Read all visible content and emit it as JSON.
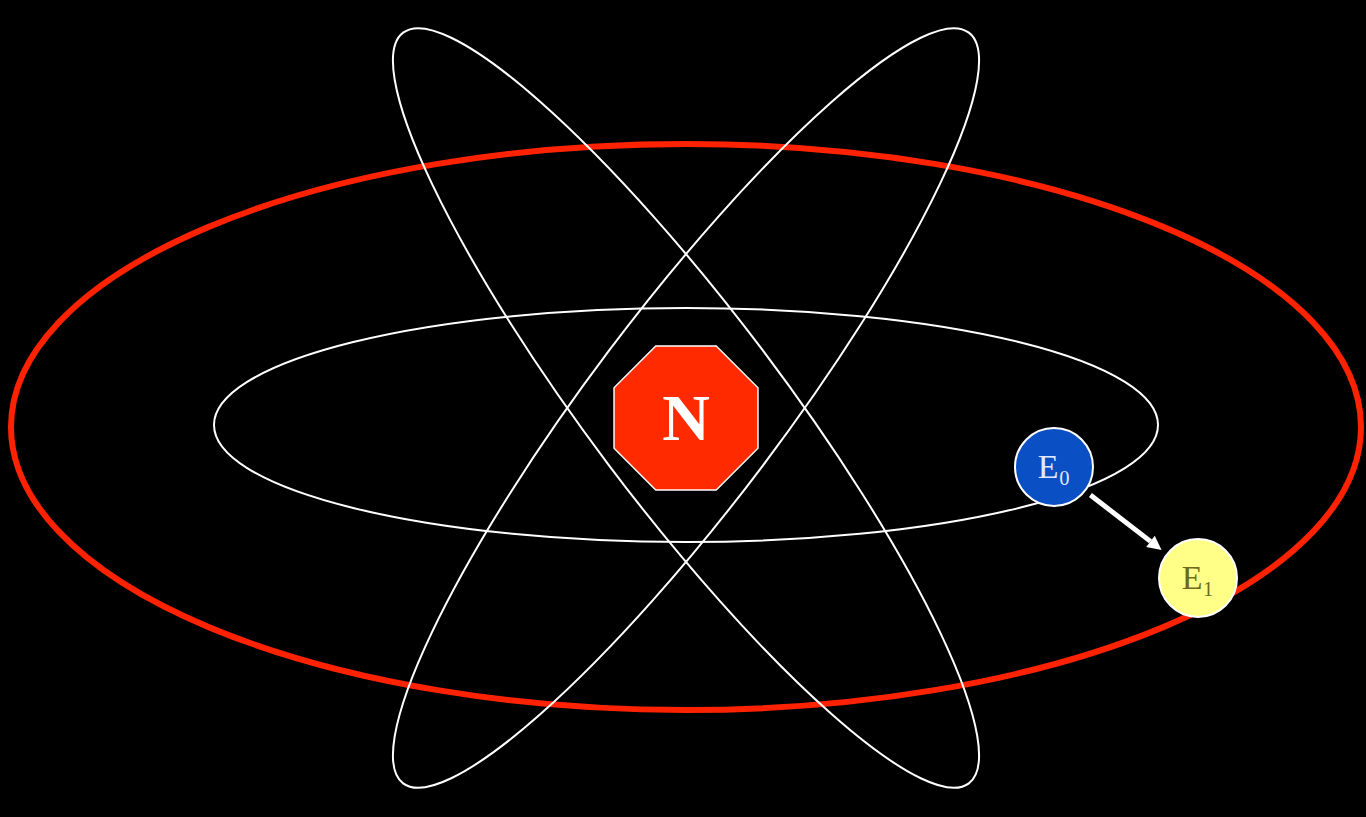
{
  "diagram": {
    "nodes": [
      {
        "text": [
          "N"
        ]
      },
      {
        "text": [
          "E₀"
        ]
      },
      {
        "text": [
          "E₁"
        ]
      }
    ],
    "edges": [
      {
        "from": 1,
        "to": 2,
        "arrow": "to"
      }
    ]
  }
}
